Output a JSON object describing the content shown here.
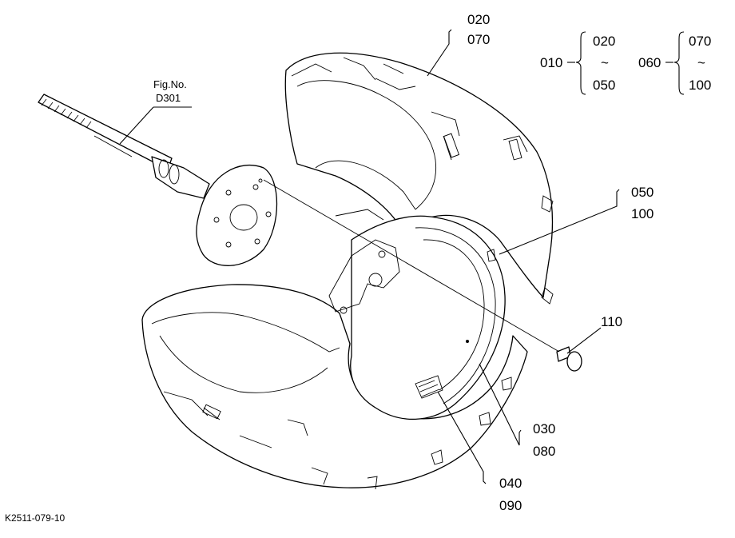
{
  "fig_ref": {
    "label": "Fig.No.",
    "code": "D301"
  },
  "callouts": [
    {
      "id": "c-020-070",
      "top": "020",
      "bottom": "070"
    },
    {
      "id": "c-050-100",
      "top": "050",
      "bottom": "100"
    },
    {
      "id": "c-110",
      "top": "110"
    },
    {
      "id": "c-030-080",
      "top": "030",
      "bottom": "080"
    },
    {
      "id": "c-040-090",
      "top": "040",
      "bottom": "090"
    }
  ],
  "range_legend": [
    {
      "parent": "010",
      "from": "020",
      "tilde": "~",
      "to": "050"
    },
    {
      "parent": "060",
      "from": "070",
      "tilde": "~",
      "to": "100"
    }
  ],
  "diagram_code": "K2511-079-10"
}
